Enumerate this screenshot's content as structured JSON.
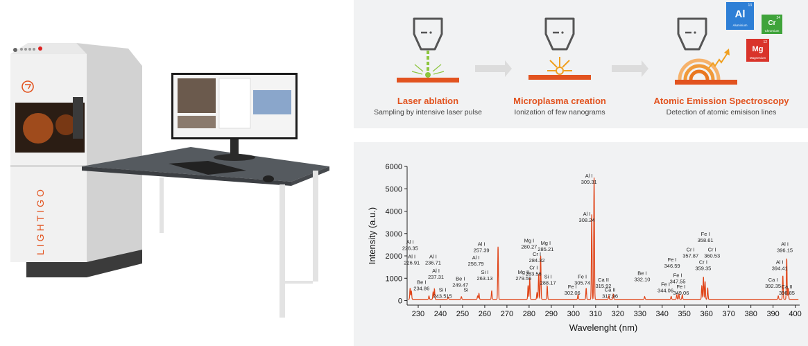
{
  "brand": {
    "name": "LIGHTIGO"
  },
  "steps": [
    {
      "title": "Laser ablation",
      "description": "Sampling by intensive laser pulse"
    },
    {
      "title": "Microplasma creation",
      "description": "Ionization of few nanograms"
    },
    {
      "title": "Atomic Emission Spectroscopy",
      "description": "Detection of atomic emisison lines"
    }
  ],
  "elements": [
    {
      "symbol": "Al",
      "number": "13",
      "name": "Aluminium",
      "color": "#2e7fd6"
    },
    {
      "symbol": "Cr",
      "number": "24",
      "name": "Chromium",
      "color": "#3fa33a"
    },
    {
      "symbol": "Mg",
      "number": "12",
      "name": "Magnesium",
      "color": "#d9342b"
    }
  ],
  "colors": {
    "accent": "#e2531f",
    "spectrum_line": "#e04418",
    "panel_bg": "#f1f2f3"
  },
  "chart_data": {
    "type": "line",
    "xlabel": "Wavelenght (nm)",
    "ylabel": "Intensity (a.u.)",
    "xlim": [
      225,
      402
    ],
    "ylim": [
      -200,
      6000
    ],
    "xticks": [
      230,
      240,
      250,
      260,
      270,
      280,
      290,
      300,
      310,
      320,
      330,
      340,
      350,
      360,
      370,
      380,
      390,
      400
    ],
    "yticks": [
      0,
      1000,
      2000,
      3000,
      4000,
      5000,
      6000
    ],
    "grid": false,
    "peaks": [
      {
        "x": 226.35,
        "y": 500
      },
      {
        "x": 226.91,
        "y": 380
      },
      {
        "x": 234.86,
        "y": 150
      },
      {
        "x": 236.71,
        "y": 320
      },
      {
        "x": 237.31,
        "y": 460
      },
      {
        "x": 243.515,
        "y": 100
      },
      {
        "x": 249.47,
        "y": 120
      },
      {
        "x": 256.79,
        "y": 150
      },
      {
        "x": 257.39,
        "y": 260
      },
      {
        "x": 263.13,
        "y": 380
      },
      {
        "x": 266.0,
        "y": 2350
      },
      {
        "x": 279.55,
        "y": 620
      },
      {
        "x": 280.27,
        "y": 950
      },
      {
        "x": 283.56,
        "y": 300
      },
      {
        "x": 284.32,
        "y": 1100
      },
      {
        "x": 285.21,
        "y": 1950
      },
      {
        "x": 288.17,
        "y": 600
      },
      {
        "x": 302.06,
        "y": 220
      },
      {
        "x": 305.74,
        "y": 500
      },
      {
        "x": 308.24,
        "y": 3800
      },
      {
        "x": 309.31,
        "y": 5450
      },
      {
        "x": 315.92,
        "y": 150
      },
      {
        "x": 317.96,
        "y": 230
      },
      {
        "x": 332.1,
        "y": 120
      },
      {
        "x": 344.06,
        "y": 130
      },
      {
        "x": 346.59,
        "y": 200
      },
      {
        "x": 347.55,
        "y": 220
      },
      {
        "x": 349.06,
        "y": 200
      },
      {
        "x": 357.87,
        "y": 600
      },
      {
        "x": 358.61,
        "y": 1000
      },
      {
        "x": 359.35,
        "y": 800
      },
      {
        "x": 360.53,
        "y": 500
      },
      {
        "x": 392.35,
        "y": 150
      },
      {
        "x": 394.41,
        "y": 1050
      },
      {
        "x": 396.15,
        "y": 1820
      },
      {
        "x": 396.85,
        "y": 500
      }
    ],
    "annotations": [
      {
        "text": "Al I\n226.35",
        "x": 226.35,
        "y": 2550
      },
      {
        "text": "Al I\n226.91",
        "x": 227.1,
        "y": 1900
      },
      {
        "text": "Be I\n234.86",
        "x": 231.5,
        "y": 750
      },
      {
        "text": "Al I\n236.71",
        "x": 236.71,
        "y": 1900
      },
      {
        "text": "Al I\n237.31",
        "x": 238.0,
        "y": 1250
      },
      {
        "text": "Si I\n243.515",
        "x": 241.0,
        "y": 400
      },
      {
        "text": "Be I\n249.47",
        "x": 249.0,
        "y": 900
      },
      {
        "text": "Si",
        "x": 251.5,
        "y": 400
      },
      {
        "text": "Al I\n256.79",
        "x": 256.0,
        "y": 1850
      },
      {
        "text": "Al I\n257.39",
        "x": 258.5,
        "y": 2450
      },
      {
        "text": "Si I\n263.13",
        "x": 260.0,
        "y": 1200
      },
      {
        "text": "Mg II\n279.55",
        "x": 277.5,
        "y": 1200
      },
      {
        "text": "Mg I\n280.27",
        "x": 280.0,
        "y": 2600
      },
      {
        "text": "Cr I\n283.56",
        "x": 282.0,
        "y": 1400
      },
      {
        "text": "Cr I\n284.32",
        "x": 283.5,
        "y": 2000
      },
      {
        "text": "Mg I\n285.21",
        "x": 287.5,
        "y": 2500
      },
      {
        "text": "Si I\n288.17",
        "x": 288.5,
        "y": 1000
      },
      {
        "text": "Fe I\n302.06",
        "x": 299.5,
        "y": 550
      },
      {
        "text": "Fe I\n305.74",
        "x": 304.0,
        "y": 1000
      },
      {
        "text": "Al I\n308.24",
        "x": 306.0,
        "y": 3800
      },
      {
        "text": "Al I\n309.31",
        "x": 307.0,
        "y": 5500
      },
      {
        "text": "Ca II\n315.92",
        "x": 313.5,
        "y": 850
      },
      {
        "text": "Ca II\n317.96",
        "x": 316.5,
        "y": 400
      },
      {
        "text": "Be I\n332.10",
        "x": 331.0,
        "y": 1150
      },
      {
        "text": "Fe I\n344.06",
        "x": 341.5,
        "y": 650
      },
      {
        "text": "Fe I\n346.59",
        "x": 344.5,
        "y": 1750
      },
      {
        "text": "Fe I\n347.55",
        "x": 347.0,
        "y": 1050
      },
      {
        "text": "Fe I\n349.06",
        "x": 348.5,
        "y": 550
      },
      {
        "text": "Cr I\n357.87",
        "x": 352.8,
        "y": 2200
      },
      {
        "text": "Fe I\n358.61",
        "x": 359.5,
        "y": 2900
      },
      {
        "text": "Cr I\n359.35",
        "x": 358.5,
        "y": 1650
      },
      {
        "text": "Cr I\n360.53",
        "x": 362.5,
        "y": 2200
      },
      {
        "text": "Ca I\n392.35",
        "x": 390.0,
        "y": 850
      },
      {
        "text": "Al I\n394.41",
        "x": 393.0,
        "y": 1650
      },
      {
        "text": "Al I\n396.15",
        "x": 395.3,
        "y": 2450
      },
      {
        "text": "Ca II\n396.85",
        "x": 396.2,
        "y": 550
      }
    ]
  }
}
